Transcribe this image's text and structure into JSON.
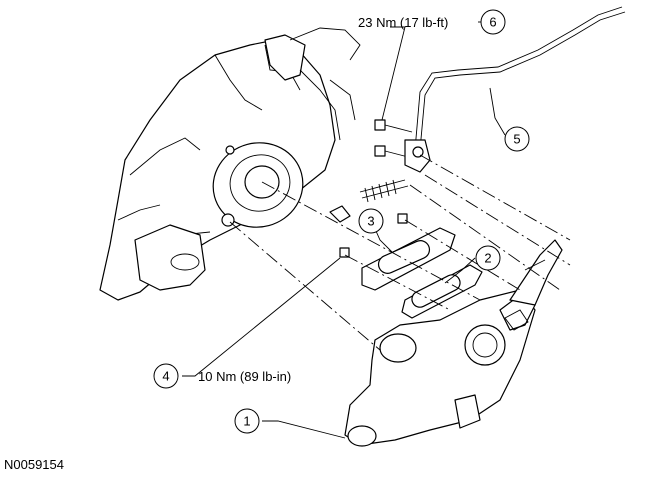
{
  "figure_id": "N0059154",
  "callouts": [
    {
      "number": "1",
      "text": ""
    },
    {
      "number": "2",
      "text": ""
    },
    {
      "number": "3",
      "text": ""
    },
    {
      "number": "4",
      "text": "10 Nm (89 lb-in)"
    },
    {
      "number": "5",
      "text": ""
    },
    {
      "number": "6",
      "text": "23 Nm (17 lb-ft)"
    }
  ]
}
